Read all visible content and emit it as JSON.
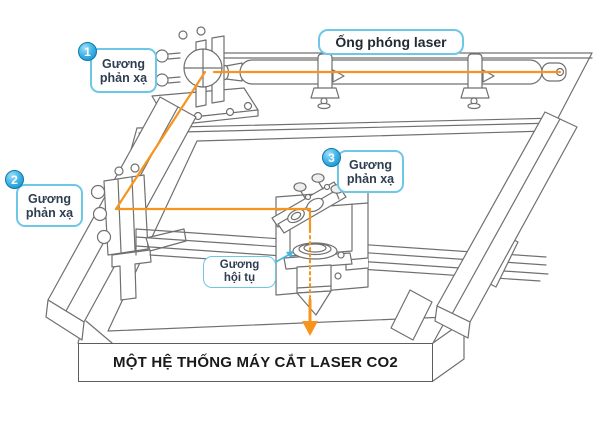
{
  "diagram": {
    "caption": "MỘT HỆ THỐNG MÁY CẮT LASER CO2",
    "labels": {
      "laser_tube": "Ống phóng laser",
      "mirror1_num": "1",
      "mirror2_num": "2",
      "mirror3_num": "3",
      "mirror_line1": "Gương",
      "mirror_line2": "phản xạ",
      "focus_line1": "Gương",
      "focus_line2": "hội tụ"
    },
    "colors": {
      "beam": "#F7941D",
      "label_border": "#6FC7E8",
      "label_text": "#2D3E50",
      "badge_blue": "#3FB4E6",
      "line_gray": "#707070",
      "caption_text": "#1A1A1A"
    }
  }
}
